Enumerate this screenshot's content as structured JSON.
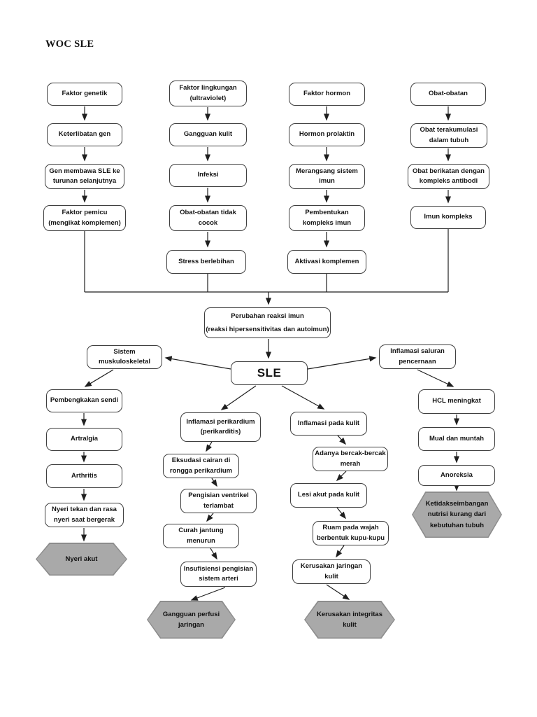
{
  "page": {
    "title": "WOC SLE"
  },
  "colors": {
    "box_border": "#3f3f3f",
    "hexagon_fill": "#a9a9a9",
    "hexagon_border": "#8c8c8c",
    "arrow": "#1f1f1f",
    "background": "#ffffff"
  },
  "nodes": {
    "faktor_genetik": "Faktor genetik",
    "keterlibatan_gen": "Keterlibatan gen",
    "gen_membawa_sle": "Gen membawa SLE ke\nturunan selanjutnya",
    "faktor_pemicu": "Faktor pemicu\n(mengikat komplemen)",
    "faktor_lingkungan": "Faktor lingkungan\n(ultraviolet)",
    "gangguan_kulit": "Gangguan kulit",
    "infeksi": "Infeksi",
    "obat_obatan_tidak_cocok": "Obat-obatan tidak\ncocok",
    "stress_berlebihan": "Stress berlebihan",
    "faktor_hormon": "Faktor hormon",
    "hormon_prolaktin": "Hormon prolaktin",
    "merangsang_sistem_imun": "Merangsang sistem\nimun",
    "pembentukan_kompleks_imun": "Pembentukan\nkompleks imun",
    "aktivasi_komplemen": "Aktivasi komplemen",
    "obat_obatan": "Obat-obatan",
    "obat_terakumulasi": "Obat terakumulasi\ndalam tubuh",
    "obat_berikatan": "Obat berikatan dengan\nkompleks antibodi",
    "imun_kompleks": "Imun kompleks",
    "perubahan_reaksi_imun": "Perubahan reaksi imun\n(reaksi hipersensitivitas dan autoimun)",
    "sle": "SLE",
    "sistem_muskuloskeletal": "Sistem\nmuskuloskeletal",
    "inflamasi_saluran_pencernaan": "Inflamasi saluran\npencernaan",
    "pembengkakan_sendi": "Pembengkakan sendi",
    "artralgia": "Artralgia",
    "arthritis": "Arthritis",
    "nyeri_tekan": "Nyeri tekan dan rasa\nnyeri saat bergerak",
    "nyeri_akut": "Nyeri akut",
    "inflamasi_perikardium": "Inflamasi perikardium\n(perikarditis)",
    "eksudasi_cairan": "Eksudasi cairan di\nrongga perikardium",
    "pengisian_ventrikel": "Pengisian ventrikel\nterlambat",
    "curah_jantung_menurun": "Curah jantung\nmenurun",
    "insufisiensi_pengisian": "Insufisiensi pengisian\nsistem arteri",
    "gangguan_perfusi_jaringan": "Gangguan perfusi\njaringan",
    "inflamasi_pada_kulit": "Inflamasi pada kulit",
    "adanya_bercak_merah": "Adanya bercak-bercak\nmerah",
    "lesi_akut_pada_kulit": "Lesi akut pada kulit",
    "ruam_pada_wajah": "Ruam pada wajah\nberbentuk kupu-kupu",
    "kerusakan_jaringan_kulit": "Kerusakan jaringan\nkulit",
    "kerusakan_integritas_kulit": "Kerusakan integritas\nkulit",
    "hcl_meningkat": "HCL meningkat",
    "mual_dan_muntah": "Mual dan muntah",
    "anoreksia": "Anoreksia",
    "ketidakseimbangan_nutrisi": "Ketidakseimbangan\nnutrisi kurang dari\nkebutuhan tubuh"
  }
}
